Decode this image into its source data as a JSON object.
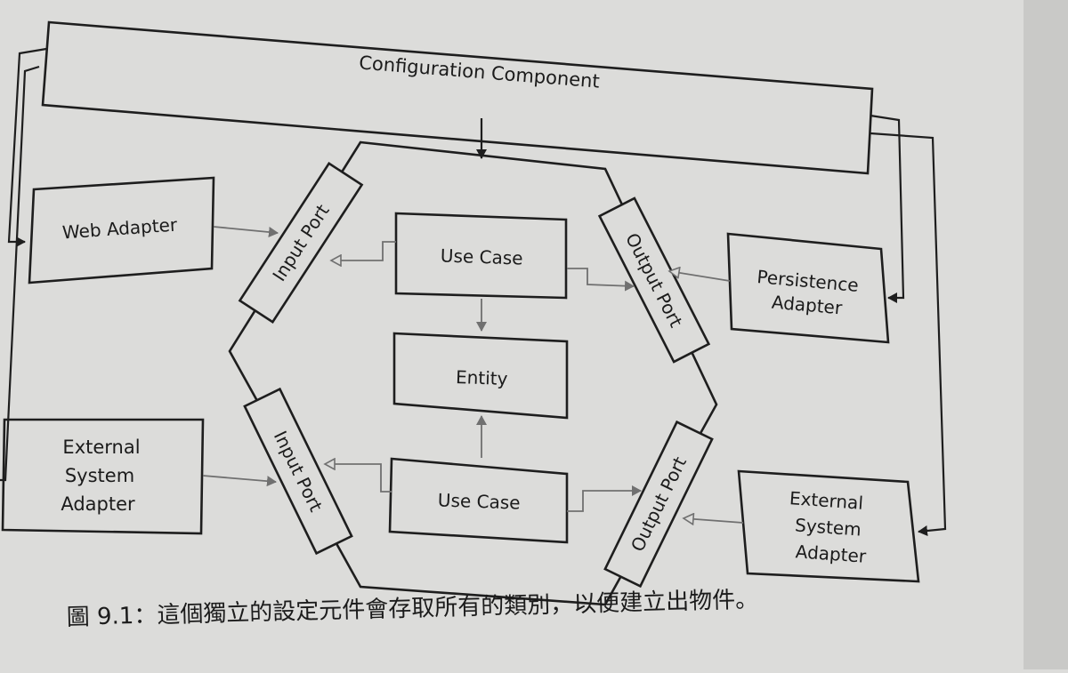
{
  "diagram": {
    "configuration_component": "Configuration Component",
    "web_adapter": "Web Adapter",
    "external_system_adapter_left": [
      "External",
      "System",
      "Adapter"
    ],
    "persistence_adapter": [
      "Persistence",
      "Adapter"
    ],
    "external_system_adapter_right": [
      "External",
      "System",
      "Adapter"
    ],
    "input_port_top": "Input Port",
    "input_port_bottom": "Input Port",
    "output_port_top": "Output Port",
    "output_port_bottom": "Output Port",
    "use_case_top": "Use Case",
    "use_case_bottom": "Use Case",
    "entity": "Entity"
  },
  "caption": "圖 9.1：這個獨立的設定元件會存取所有的類別，以便建立出物件。",
  "colors": {
    "paper": "#dcdcda",
    "ink": "#1e1e1e",
    "arrow": "#707070"
  }
}
